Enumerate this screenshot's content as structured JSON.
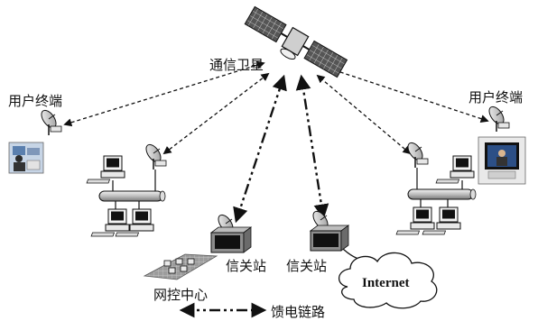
{
  "diagram": {
    "satellite_label": "通信卫星",
    "user_terminal_left_label": "用户终端",
    "user_terminal_right_label": "用户终端",
    "gateway_left_label": "信关站",
    "gateway_right_label": "信关站",
    "network_center_label": "网控中心",
    "internet_label": "Internet",
    "legend_label": "馈电链路"
  },
  "colors": {
    "line": "#111111",
    "dish": "#d8d8d8",
    "computer_body": "#f2f2f2",
    "computer_screen": "#111111",
    "screen_blue": "#2c4f86",
    "cloud": "#ffffff"
  },
  "icons": [
    "satellite-icon",
    "satellite-dish-icon",
    "computer-icon",
    "lan-bus-icon",
    "gateway-station-icon",
    "server-rack-icon",
    "cloud-icon",
    "person-photo-icon"
  ]
}
